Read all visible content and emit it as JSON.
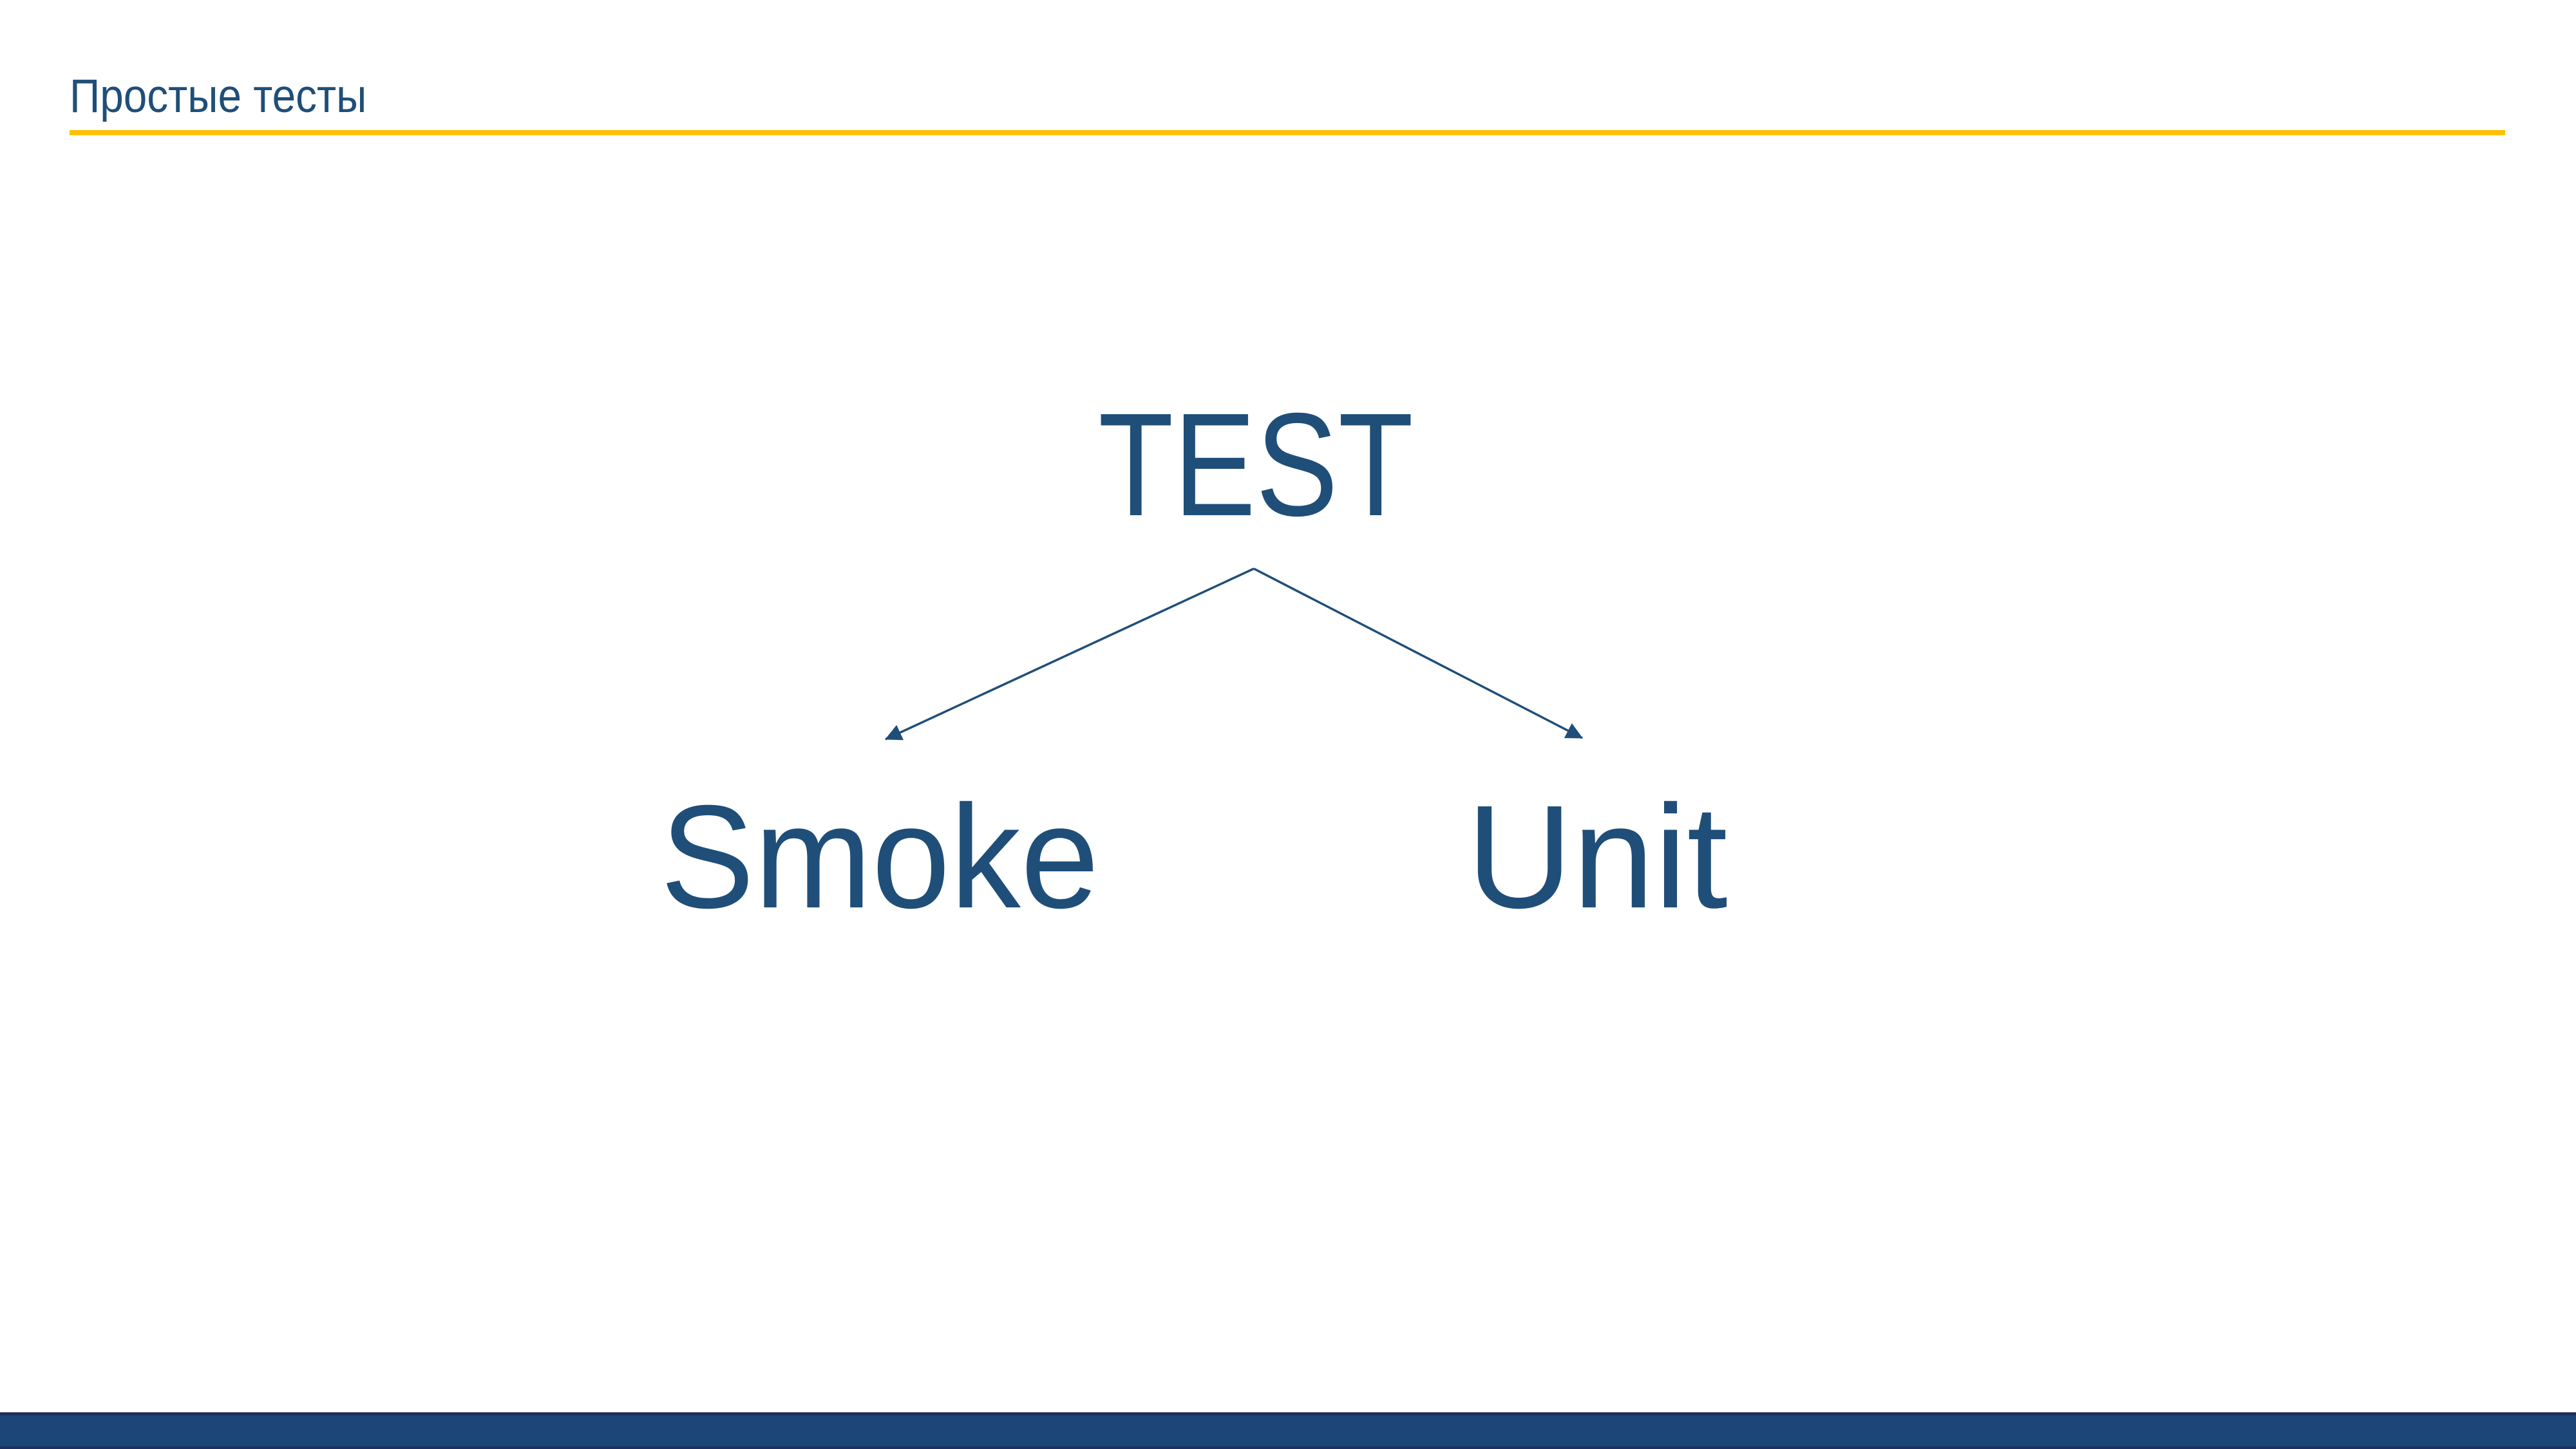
{
  "slide": {
    "title": "Простые тесты",
    "diagram": {
      "root_label": "TEST",
      "children": [
        {
          "label": "Smoke"
        },
        {
          "label": "Unit"
        }
      ]
    },
    "colors": {
      "text_blue": "#1F4E79",
      "arrow_blue": "#1F4E79",
      "rule_yellow": "#FFC000",
      "footer_fill": "#1B4677",
      "footer_edge": "#1F3060"
    }
  }
}
